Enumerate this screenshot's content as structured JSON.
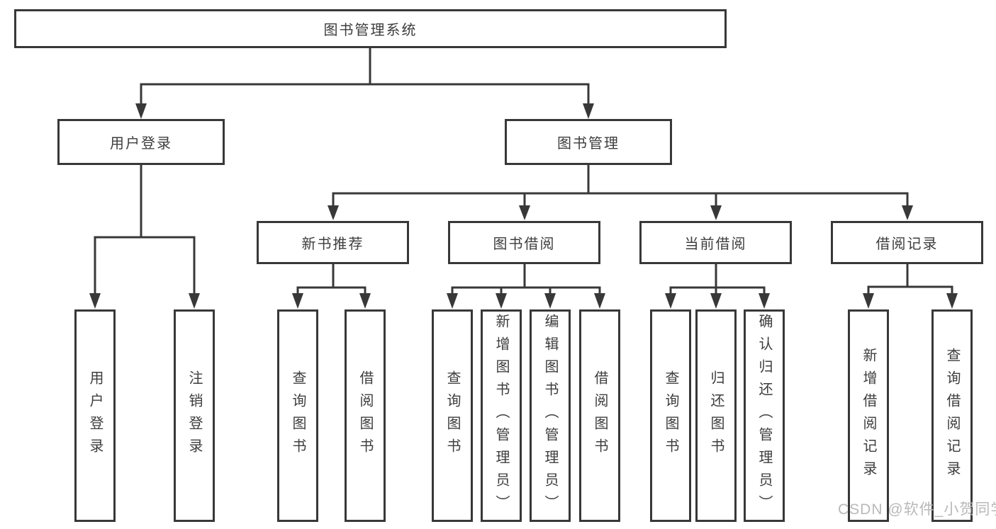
{
  "diagram": {
    "type": "hierarchy-tree",
    "tree": {
      "label": "图书管理系统",
      "children": [
        {
          "label": "用户登录",
          "children": [
            {
              "label": "用户登录"
            },
            {
              "label": "注销登录"
            }
          ]
        },
        {
          "label": "图书管理",
          "children": [
            {
              "label": "新书推荐",
              "children": [
                {
                  "label": "查询图书"
                },
                {
                  "label": "借阅图书"
                }
              ]
            },
            {
              "label": "图书借阅",
              "children": [
                {
                  "label": "查询图书"
                },
                {
                  "label": "新增图书（管理员）"
                },
                {
                  "label": "编辑图书（管理员）"
                },
                {
                  "label": "借阅图书"
                }
              ]
            },
            {
              "label": "当前借阅",
              "children": [
                {
                  "label": "查询图书"
                },
                {
                  "label": "归还图书"
                },
                {
                  "label": "确认归还（管理员）"
                }
              ]
            },
            {
              "label": "借阅记录",
              "children": [
                {
                  "label": "新增借阅记录"
                },
                {
                  "label": "查询借阅记录"
                }
              ]
            }
          ]
        }
      ]
    }
  },
  "watermark": "CSDN @软件_小贺同学",
  "colors": {
    "line": "#383838",
    "text": "#3d3d3d",
    "watermark": "#b9b9b9",
    "background": "#ffffff"
  }
}
